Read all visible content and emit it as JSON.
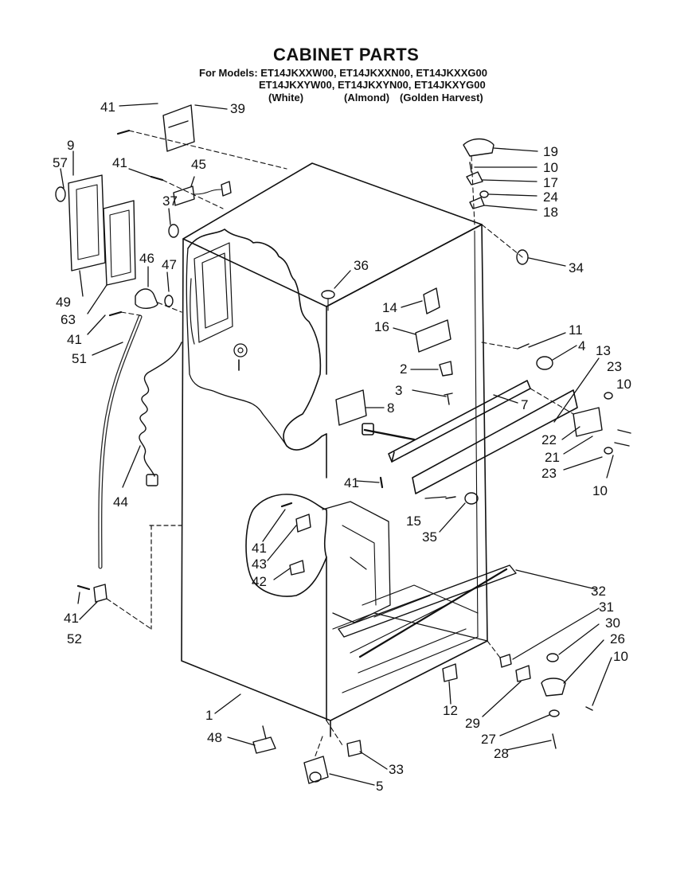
{
  "title": "CABINET PARTS",
  "models_line1": "For Models: ET14JKXXW00, ET14JKXXN00, ET14JKXXG00",
  "models_line2": "ET14JKXYW00, ET14JKXYN00, ET14JKXYG00",
  "colors": [
    "(White)",
    "(Almond)",
    "(Golden Harvest)"
  ],
  "callouts": {
    "c41a": "41",
    "c39": "39",
    "c9": "9",
    "c57": "57",
    "c41b": "41",
    "c45": "45",
    "c37": "37",
    "c46": "46",
    "c47": "47",
    "c49": "49",
    "c63": "63",
    "c41c": "41",
    "c51": "51",
    "c44": "44",
    "c19": "19",
    "c10a": "10",
    "c17": "17",
    "c24": "24",
    "c18": "18",
    "c34": "34",
    "c36": "36",
    "c14": "14",
    "c16": "16",
    "c11": "11",
    "c4": "4",
    "c13": "13",
    "c2": "2",
    "c23a": "23",
    "c10b": "10",
    "c3": "3",
    "c7": "7",
    "c8": "8",
    "c22": "22",
    "c21": "21",
    "c23b": "23",
    "c10c": "10",
    "c41d": "41",
    "c15": "15",
    "c35": "35",
    "c41e": "41",
    "c43": "43",
    "c42": "42",
    "c32": "32",
    "c31": "31",
    "c30": "30",
    "c26": "26",
    "c10d": "10",
    "c41f": "41",
    "c52": "52",
    "c12": "12",
    "c29": "29",
    "c1": "1",
    "c27": "27",
    "c28": "28",
    "c48": "48",
    "c33": "33",
    "c5": "5"
  }
}
